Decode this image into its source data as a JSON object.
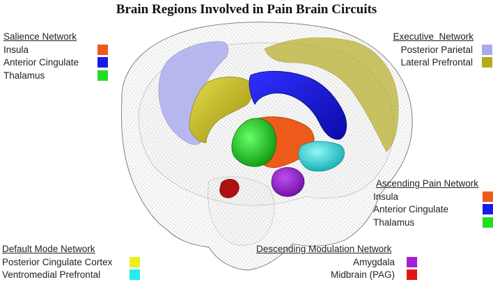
{
  "title": "Brain Regions Involved in Pain Brain Circuits",
  "legends": {
    "salience": {
      "heading": "Salience Network",
      "items": [
        {
          "label": "Insula",
          "color": "#ee5a1a"
        },
        {
          "label": "Anterior Cingulate",
          "color": "#1a1ae6"
        },
        {
          "label": "Thalamus",
          "color": "#22dd22"
        }
      ]
    },
    "executive": {
      "heading": "Executive  Network",
      "items": [
        {
          "label": "Posterior Parietal",
          "color": "#a9aaee"
        },
        {
          "label": "Lateral Prefrontal",
          "color": "#b5ab1f"
        }
      ]
    },
    "ascending": {
      "heading": "Ascending Pain Network",
      "items": [
        {
          "label": "Insula",
          "color": "#ee5a1a"
        },
        {
          "label": "Anterior Cingulate",
          "color": "#1a1ae6"
        },
        {
          "label": "Thalamus",
          "color": "#22dd22"
        }
      ]
    },
    "default_mode": {
      "heading": "Default Mode Network",
      "items": [
        {
          "label": "Posterior Cingulate Cortex",
          "color": "#eeee1a"
        },
        {
          "label": "Ventromedial Prefrontal",
          "color": "#22eeee"
        }
      ]
    },
    "descending": {
      "heading": "Descending Modulation Network",
      "items": [
        {
          "label": "Amygdala",
          "color": "#a31fd6"
        },
        {
          "label": "Midbrain (PAG)",
          "color": "#e51414"
        }
      ]
    }
  }
}
